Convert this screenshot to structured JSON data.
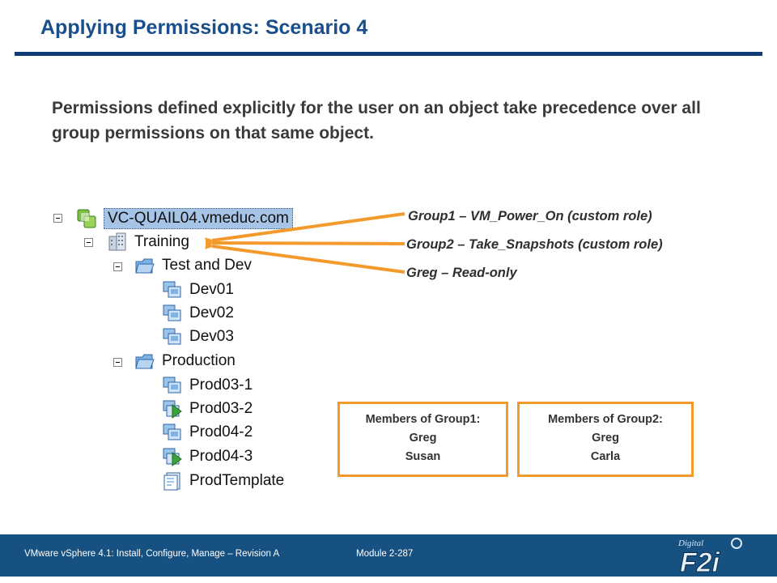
{
  "header": {
    "title": "Applying Permissions: Scenario 4"
  },
  "intro": {
    "text": "Permissions defined explicitly for the user on an object take precedence over all group permissions on that same object."
  },
  "tree": {
    "root": "VC-QUAIL04.vmeduc.com",
    "datacenter": "Training",
    "folder1": "Test and Dev",
    "vm_dev01": "Dev01",
    "vm_dev02": "Dev02",
    "vm_dev03": "Dev03",
    "folder2": "Production",
    "vm_prod03_1": "Prod03-1",
    "vm_prod03_2": "Prod03-2",
    "vm_prod04_2": "Prod04-2",
    "vm_prod04_3": "Prod04-3",
    "template": "ProdTemplate"
  },
  "annotations": {
    "group1": "Group1 – VM_Power_On (custom role)",
    "group2": "Group2 – Take_Snapshots (custom role)",
    "greg": "Greg – Read-only"
  },
  "group1_box": {
    "heading": "Members of Group1:",
    "member1": "Greg",
    "member2": "Susan"
  },
  "group2_box": {
    "heading": "Members of Group2:",
    "member1": "Greg",
    "member2": "Carla"
  },
  "footer": {
    "course": "VMware vSphere 4.1: Install, Configure, Manage – Revision A",
    "module": "Module 2-287",
    "logo_top": "Digital",
    "logo_main": "F2i"
  },
  "colors": {
    "title": "#1a4f8b",
    "rule": "#0f3d73",
    "arrow": "#f39a2d",
    "footer": "#165181"
  }
}
